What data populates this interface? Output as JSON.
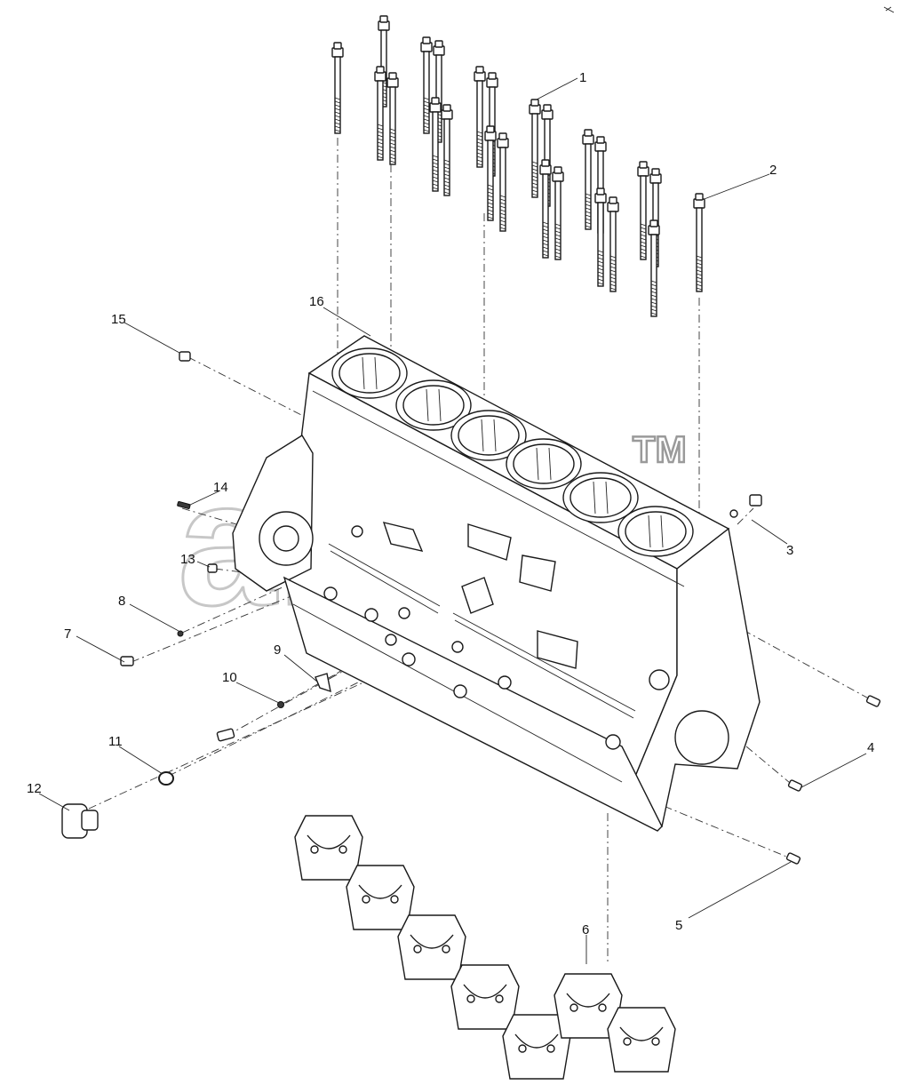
{
  "watermark": {
    "text": "anab",
    "mark": "TM"
  },
  "callouts": [
    {
      "id": "1",
      "label": "1"
    },
    {
      "id": "2",
      "label": "2"
    },
    {
      "id": "3",
      "label": "3"
    },
    {
      "id": "4",
      "label": "4"
    },
    {
      "id": "5",
      "label": "5"
    },
    {
      "id": "6",
      "label": "6"
    },
    {
      "id": "7",
      "label": "7"
    },
    {
      "id": "8",
      "label": "8"
    },
    {
      "id": "9",
      "label": "9"
    },
    {
      "id": "10",
      "label": "10"
    },
    {
      "id": "11",
      "label": "11"
    },
    {
      "id": "12",
      "label": "12"
    },
    {
      "id": "13",
      "label": "13"
    },
    {
      "id": "14",
      "label": "14"
    },
    {
      "id": "15",
      "label": "15"
    },
    {
      "id": "16",
      "label": "16"
    }
  ]
}
